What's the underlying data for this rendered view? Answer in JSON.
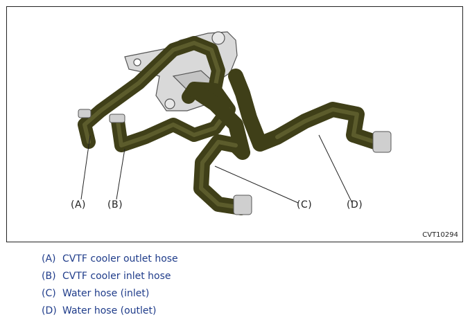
{
  "figure": {
    "id_label": "CVT10294",
    "callouts": [
      {
        "letter": "(A)"
      },
      {
        "letter": "(B)"
      },
      {
        "letter": "(C)"
      },
      {
        "letter": "(D)"
      }
    ]
  },
  "legend": [
    {
      "mark": "(A)",
      "text": "CVTF cooler outlet hose"
    },
    {
      "mark": "(B)",
      "text": "CVTF cooler inlet hose"
    },
    {
      "mark": "(C)",
      "text": "Water hose (inlet)"
    },
    {
      "mark": "(D)",
      "text": "Water hose (outlet)"
    }
  ],
  "colors": {
    "hose": "#4a4a1e",
    "hose_highlight": "#7a7a45",
    "housing": "#d8d8d8",
    "clamp": "#c8c8c8",
    "legend_text": "#1f3c8a"
  }
}
